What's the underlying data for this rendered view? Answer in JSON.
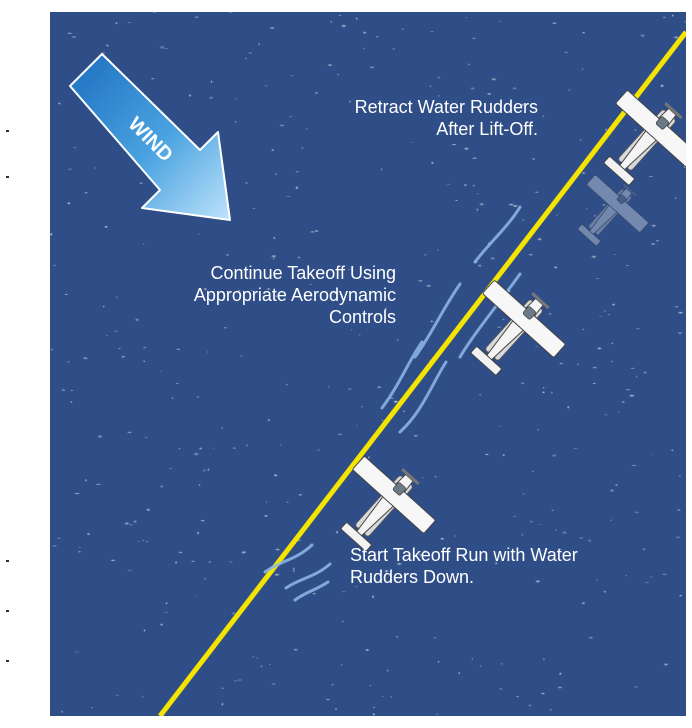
{
  "wind": {
    "label": "WIND"
  },
  "captions": {
    "retract": {
      "line1": "Retract Water Rudders",
      "line2": "After Lift-Off."
    },
    "continue": {
      "line1": "Continue Takeoff Using",
      "line2": "Appropriate Aerodynamic",
      "line3": "Controls"
    },
    "start": {
      "line1": "Start Takeoff Run with Water",
      "line2": "Rudders Down."
    }
  },
  "colors": {
    "water": "#2f4d86",
    "takeoff_path": "#f5e400",
    "wind_arrow": "#4aa3e0",
    "wake": "#8fb8e8",
    "aircraft": "#f2f2f2"
  }
}
